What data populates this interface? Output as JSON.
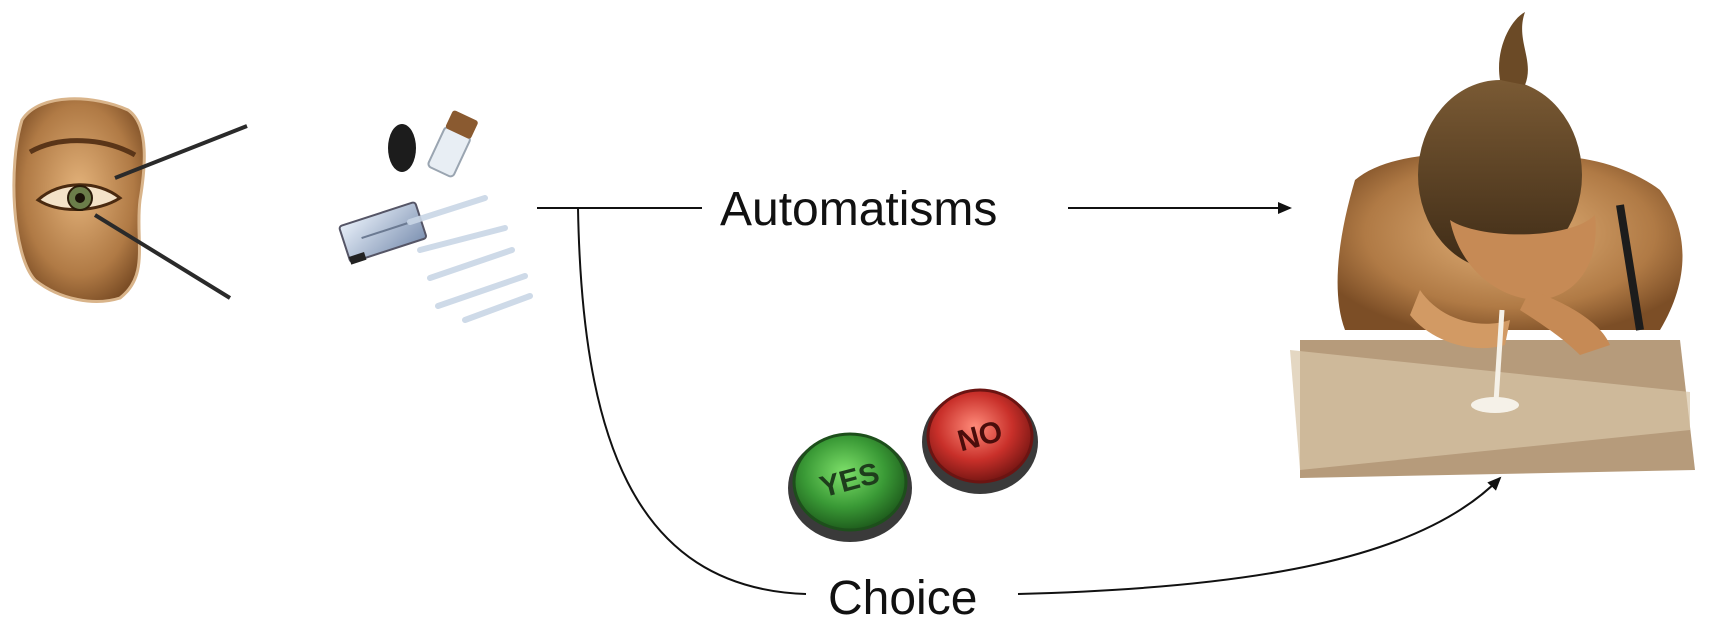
{
  "labels": {
    "automatisms": "Automatisms",
    "choice": "Choice"
  },
  "buttons": {
    "yes": "YES",
    "no": "NO"
  },
  "colors": {
    "line": "#111111",
    "yes_button": "#3a9a36",
    "no_button": "#c9302a",
    "skin": "#b07a45"
  },
  "icons": [
    "eye-icon",
    "cocaine-kit-icon",
    "yes-button-icon",
    "no-button-icon",
    "person-snorting-icon"
  ]
}
